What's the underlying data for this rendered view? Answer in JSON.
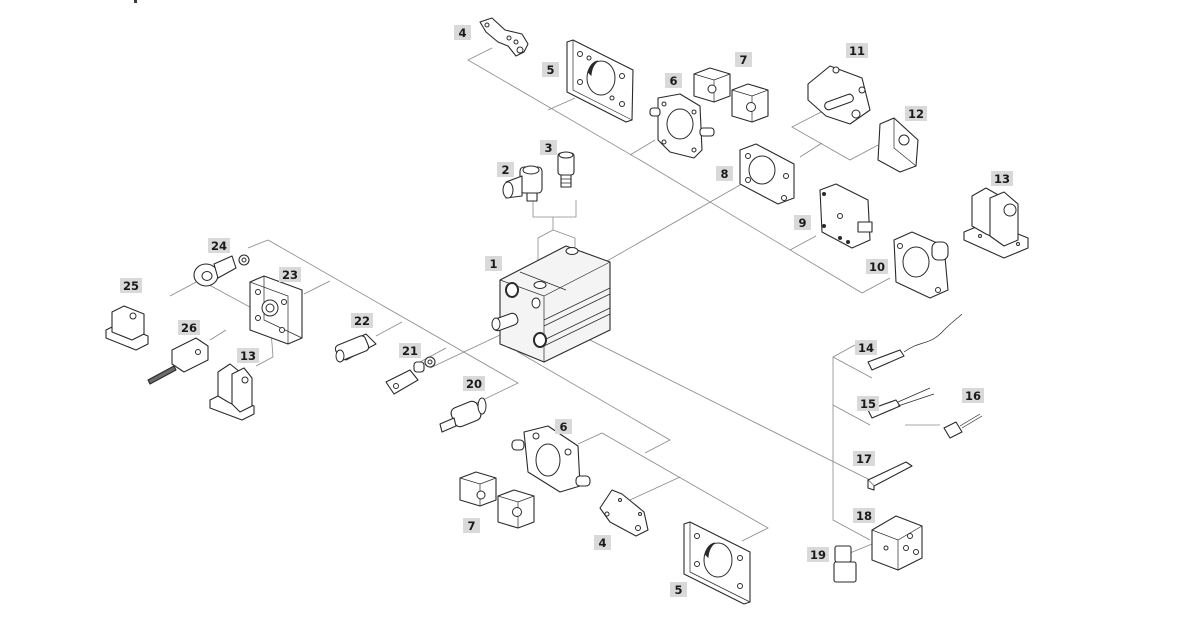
{
  "diagram": {
    "type": "exploded-view",
    "subject": "compact pneumatic cylinder with mounting accessories",
    "colors": {
      "background": "#ffffff",
      "line_art": "#2a2a2a",
      "leader_lines": "#8a8a8a",
      "label_background": "#d9d9d9",
      "label_text": "#1a1a1a"
    },
    "labels": [
      {
        "id": "1",
        "text": "1",
        "part": "cylinder"
      },
      {
        "id": "2",
        "text": "2",
        "part": "one-way flow control valve"
      },
      {
        "id": "3",
        "text": "3",
        "part": "push-in fitting"
      },
      {
        "id": "4a",
        "text": "4",
        "part": "foot mounting (top)"
      },
      {
        "id": "5a",
        "text": "5",
        "part": "flange mounting (top)"
      },
      {
        "id": "6a",
        "text": "6",
        "part": "trunnion flange (top)"
      },
      {
        "id": "7a",
        "text": "7",
        "part": "trunnion support (top)"
      },
      {
        "id": "8",
        "text": "8",
        "part": "swivel flange"
      },
      {
        "id": "9",
        "text": "9",
        "part": "swivel flange"
      },
      {
        "id": "10",
        "text": "10",
        "part": "swivel flange"
      },
      {
        "id": "11",
        "text": "11",
        "part": "clevis foot"
      },
      {
        "id": "12",
        "text": "12",
        "part": "clevis foot"
      },
      {
        "id": "13a",
        "text": "13",
        "part": "clevis foot (right)"
      },
      {
        "id": "14",
        "text": "14",
        "part": "proximity sensor"
      },
      {
        "id": "15",
        "text": "15",
        "part": "proximity sensor with cable"
      },
      {
        "id": "16",
        "text": "16",
        "part": "plug connector"
      },
      {
        "id": "17",
        "text": "17",
        "part": "slot cover"
      },
      {
        "id": "18",
        "text": "18",
        "part": "valve manifold block"
      },
      {
        "id": "19",
        "text": "19",
        "part": "solenoid valve"
      },
      {
        "id": "20",
        "text": "20",
        "part": "self-aligning rod coupler"
      },
      {
        "id": "21",
        "text": "21",
        "part": "rod clevis"
      },
      {
        "id": "22",
        "text": "22",
        "part": "coupling piece"
      },
      {
        "id": "23",
        "text": "23",
        "part": "flange mounting (rod end)"
      },
      {
        "id": "24",
        "text": "24",
        "part": "rod eye"
      },
      {
        "id": "25",
        "text": "25",
        "part": "right-angle clevis foot"
      },
      {
        "id": "26",
        "text": "26",
        "part": "rod clevis with threaded rod"
      },
      {
        "id": "13b",
        "text": "13",
        "part": "clevis foot (left)"
      },
      {
        "id": "6b",
        "text": "6",
        "part": "trunnion flange (bottom)"
      },
      {
        "id": "7b",
        "text": "7",
        "part": "trunnion support (bottom)"
      },
      {
        "id": "4b",
        "text": "4",
        "part": "foot mounting (bottom)"
      },
      {
        "id": "5b",
        "text": "5",
        "part": "flange mounting (bottom)"
      }
    ]
  }
}
